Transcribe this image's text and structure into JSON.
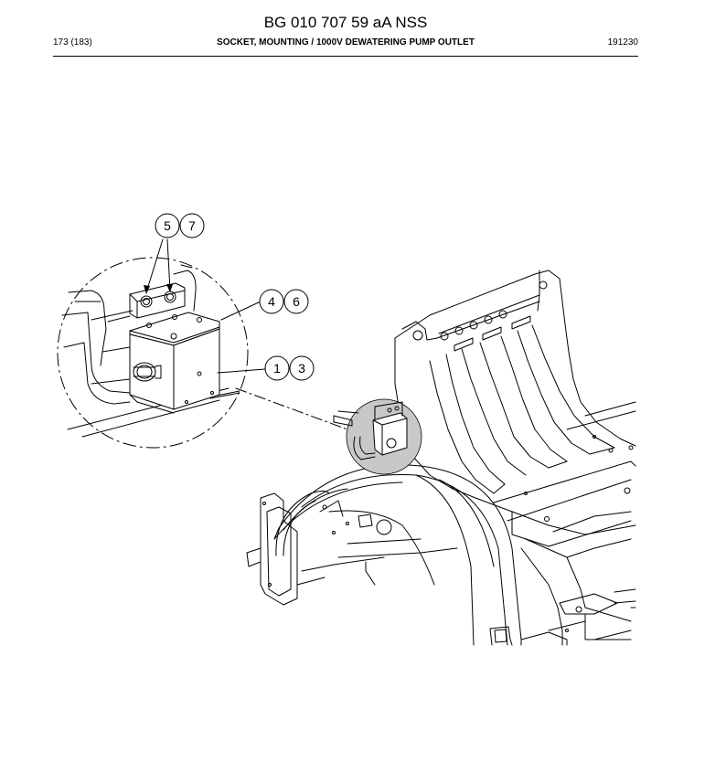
{
  "document": {
    "title": "BG 010 707 59 aA NSS",
    "page": "173 (183)",
    "part_title": "SOCKET, MOUNTING / 1000V DEWATERING PUMP OUTLET",
    "code": "191230"
  },
  "callouts": [
    {
      "id": "a",
      "label": "5"
    },
    {
      "id": "b",
      "label": "7"
    },
    {
      "id": "c",
      "label": "4"
    },
    {
      "id": "d",
      "label": "6"
    },
    {
      "id": "e",
      "label": "1"
    },
    {
      "id": "f",
      "label": "3"
    }
  ],
  "colors": {
    "line": "#000000",
    "highlight": "#c8c8c8"
  }
}
